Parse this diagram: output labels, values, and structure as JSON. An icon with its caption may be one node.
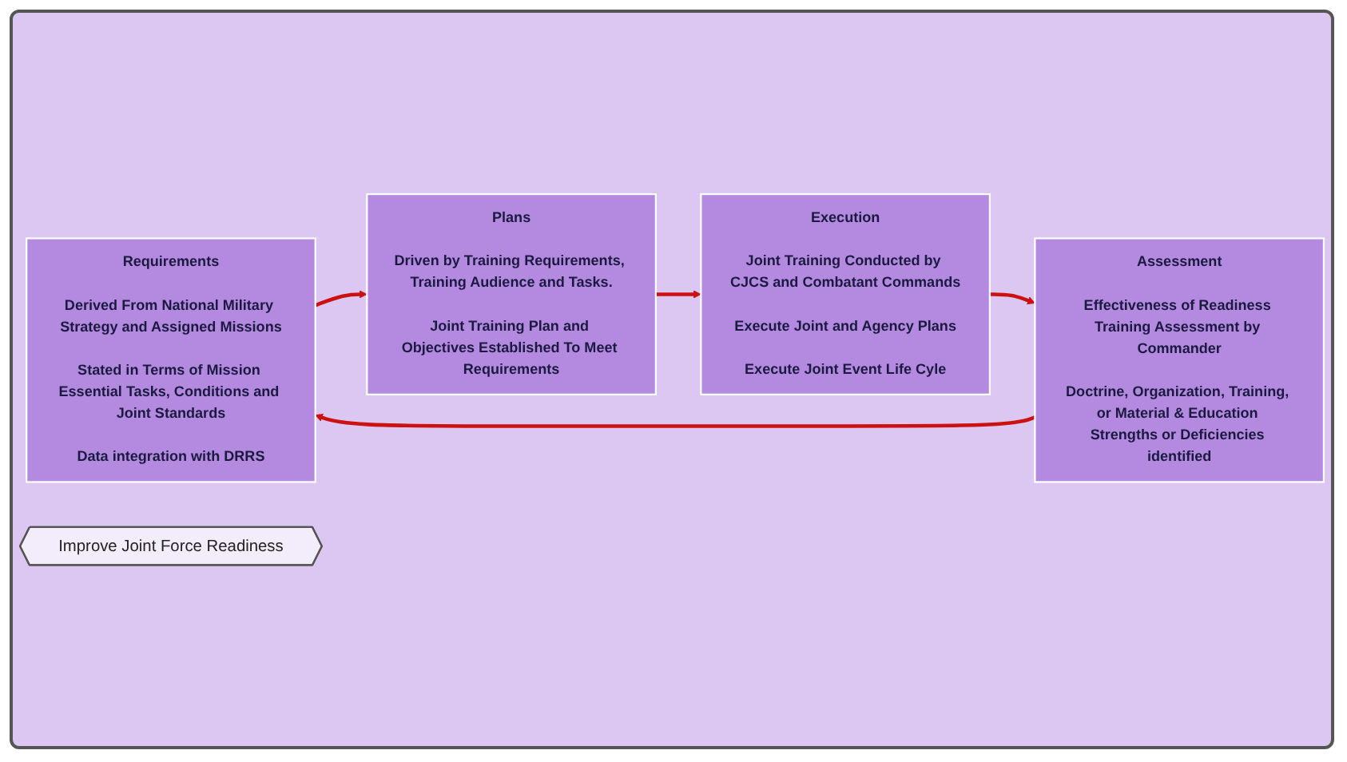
{
  "diagram": {
    "nodes": [
      {
        "text": [
          "Requirements",
          "Derived From National Military Strategy and Assigned Missions",
          "Stated in Terms of Mission Essential Tasks, Conditions and Joint Standards",
          "Data integration with DRRS"
        ]
      },
      {
        "text": [
          "Plans",
          "Driven by Training Requirements, Training Audience and Tasks.",
          "Joint Training Plan and Objectives Established To Meet Requirements"
        ]
      },
      {
        "text": [
          "Improve Joint Force Readiness"
        ]
      },
      {
        "text": [
          "Assessment",
          "Effectiveness of Readiness Training Assessment by Commander",
          "Doctrine, Organization, Training, or Material & Education Strengths or Deficiencies identified"
        ]
      },
      {
        "text": [
          "Execution",
          "Joint Training Conducted by CJCS and Combatant Commands",
          "Execute Joint and Agency Plans",
          "Execute Joint Event Life Cyle"
        ]
      }
    ],
    "edges": [
      {
        "from": 0,
        "to": 1,
        "arrow": "to"
      },
      {
        "from": 1,
        "to": 4,
        "arrow": "to"
      },
      {
        "from": 4,
        "to": 3,
        "arrow": "to"
      },
      {
        "from": 3,
        "to": 0,
        "arrow": "to"
      }
    ]
  }
}
